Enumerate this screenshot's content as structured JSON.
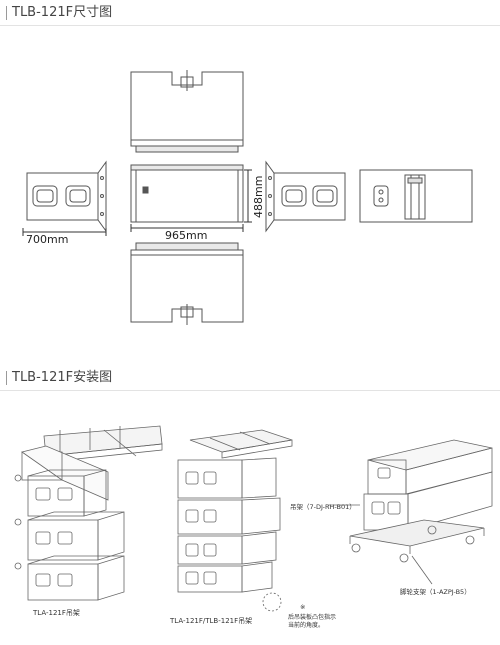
{
  "section1": {
    "title": "TLB-121F尺寸图"
  },
  "section2": {
    "title": "TLB-121F安装图"
  },
  "dimensions": {
    "depth": "700mm",
    "width": "965mm",
    "height": "488mm"
  },
  "captions": {
    "left": "TLA-121F吊架",
    "middle": "TLA-121F/TLB-121F吊架",
    "note_line1": "后吊装板凸包指示",
    "note_line2": "当前的角度。",
    "note_mark": "※",
    "flybar": "吊架（7-DJ-RH-B01）",
    "cart": "脚轮支架（1-AZPJ-B5）"
  }
}
